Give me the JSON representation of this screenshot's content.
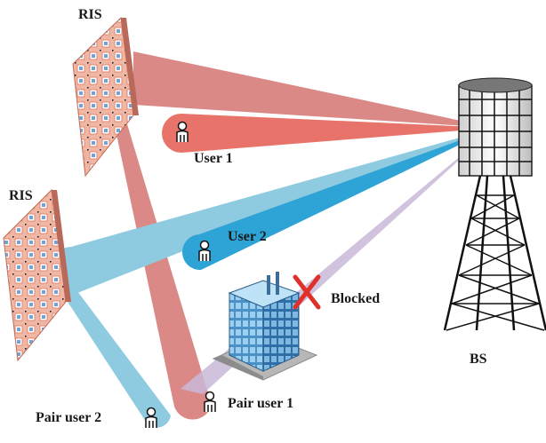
{
  "labels": {
    "ris_top": "RIS",
    "ris_left": "RIS",
    "user1": "User 1",
    "user2": "User 2",
    "blocked": "Blocked",
    "bs": "BS",
    "pair_user1": "Pair user 1",
    "pair_user2": "Pair user 2"
  },
  "colors": {
    "beam_ris_top": "#d9837f",
    "beam_user1": "#e8736a",
    "beam_user2": "#2ea3d6",
    "beam_ris_left": "#8fcbe0",
    "beam_blocked": "#c9b8d8",
    "blocked_x": "#e0302a",
    "building": "#3f7fb8",
    "tower": "#111111"
  },
  "icons": {
    "user": "user-icon",
    "ris": "ris-panel-icon",
    "bs": "base-station-tower-icon",
    "building": "building-icon",
    "blocked": "blocked-x-icon"
  }
}
